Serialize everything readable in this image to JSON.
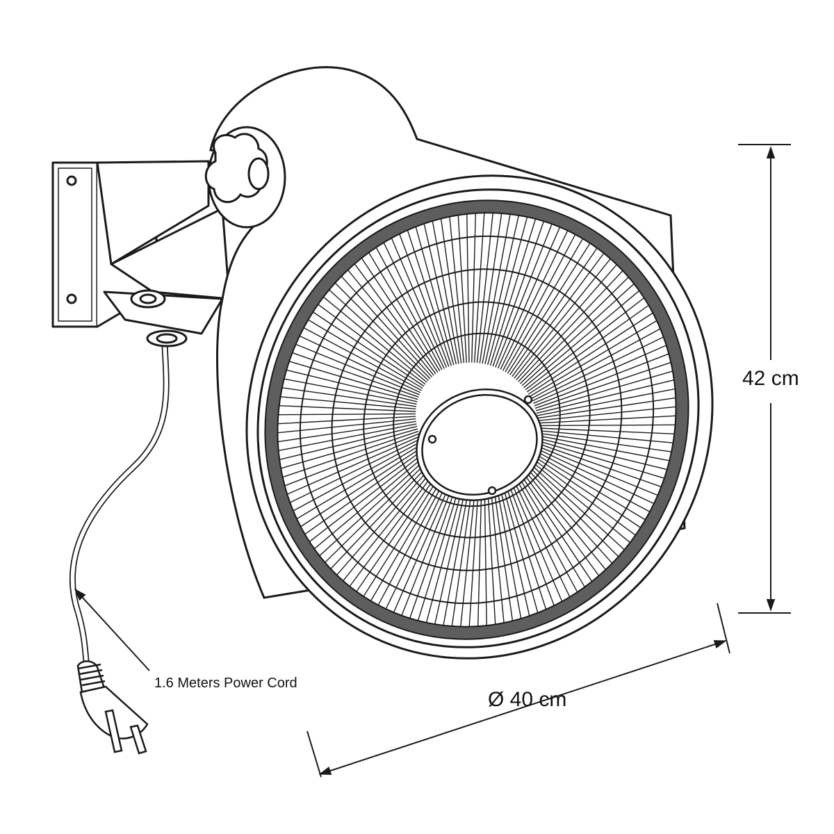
{
  "dimensions": {
    "height_label": "42 cm",
    "diameter_label": "Ø 40 cm",
    "cord_label": "1.6 Meters Power Cord"
  },
  "colors": {
    "line": "#1a1a1a",
    "background": "#ffffff",
    "reflector_band": "#5e5e5e"
  }
}
